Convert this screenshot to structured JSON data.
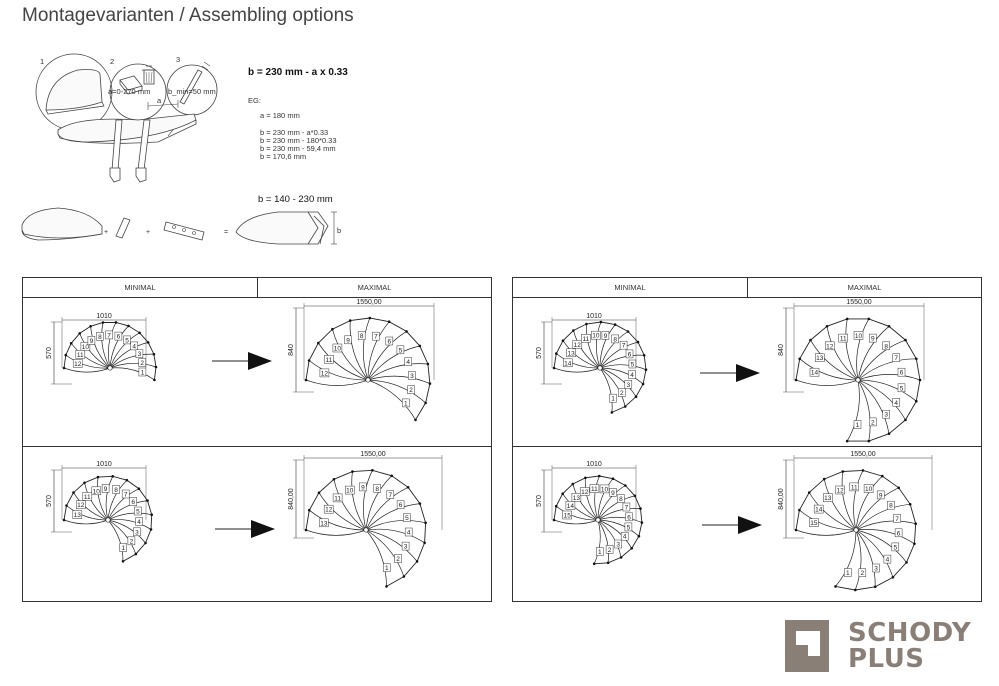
{
  "title": "Montagevarianten / Assembling options",
  "assembly": {
    "step_numbers": [
      "1",
      "2",
      "3"
    ],
    "callout2_label": "a=0-270 mm",
    "callout3_label": "b_min=50 mm",
    "dim_a": "a",
    "dim_b": "b",
    "formula": "b = 230 mm - a x 0.33",
    "eg_label": "EG:",
    "eg_a": "a = 180 mm",
    "eg_lines": [
      "b = 230 mm - a*0.33",
      "b = 230 mm - 180*0.33",
      "b = 230 mm - 59,4 mm",
      "b = 170,6 mm"
    ],
    "range_label": "b = 140 - 230 mm",
    "plus_signs": [
      "+",
      "+",
      "="
    ]
  },
  "panels": [
    {
      "header_minimal": "MINIMAL",
      "header_maximal": "MAXIMAL",
      "rows": [
        {
          "min": {
            "width": "1010",
            "height": "570",
            "steps": 12
          },
          "max": {
            "width": "1550,00",
            "height": "840",
            "steps": 12
          }
        },
        {
          "min": {
            "width": "1010",
            "height": "570",
            "steps": 13
          },
          "max": {
            "width": "1550,00",
            "height": "840,00",
            "steps": 13
          }
        }
      ]
    },
    {
      "header_minimal": "MINIMAL",
      "header_maximal": "MAXIMAL",
      "rows": [
        {
          "min": {
            "width": "1010",
            "height": "570",
            "steps": 14
          },
          "max": {
            "width": "1550,00",
            "height": "840",
            "steps": 14
          }
        },
        {
          "min": {
            "width": "1010",
            "height": "570",
            "steps": 15
          },
          "max": {
            "width": "1550,00",
            "height": "840,00",
            "steps": 15
          }
        }
      ]
    }
  ],
  "logo": {
    "line1": "SCHODY",
    "line2": "PLUS",
    "color": "#8a7f76"
  }
}
